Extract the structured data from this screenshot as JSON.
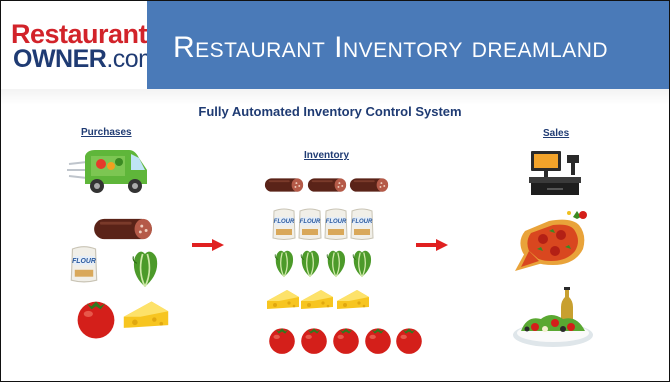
{
  "logo": {
    "word1": "Restaurant",
    "word2": "OWNER",
    "domain": ".com"
  },
  "header": {
    "title": "Restaurant Inventory dreamland"
  },
  "diagram": {
    "subtitle": "Fully Automated Inventory Control System",
    "purchases_label": "Purchases",
    "inventory_label": "Inventory",
    "sales_label": "Sales",
    "flour_bag_text": "FLOUR"
  },
  "colors": {
    "brand_red": "#d2232a",
    "brand_navy": "#1f3b73",
    "banner_blue": "#4a7ab8",
    "arrow_red": "#e02020"
  },
  "icons": [
    "delivery-van-icon",
    "sausage-icon",
    "flour-bag-icon",
    "lettuce-icon",
    "tomato-icon",
    "cheese-icon",
    "cash-register-icon",
    "pizza-icon",
    "salad-icon",
    "arrow-right-icon"
  ]
}
